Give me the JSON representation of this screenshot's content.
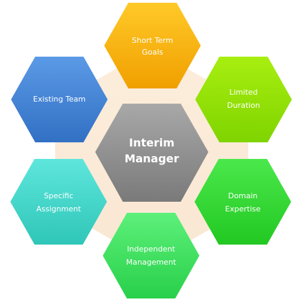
{
  "center": {
    "label_line1": "Interim",
    "label_line2": "Manager",
    "color": "#8c8c8c"
  },
  "petals": [
    {
      "label_line1": "Short Term",
      "label_line2": "Goals",
      "color": "#f2a900"
    },
    {
      "label_line1": "Limited",
      "label_line2": "Duration",
      "color": "#8ee000"
    },
    {
      "label_line1": "Domain",
      "label_line2": "Expertise",
      "color": "#2fd52f"
    },
    {
      "label_line1": "Independent",
      "label_line2": "Management",
      "color": "#39e05a"
    },
    {
      "label_line1": "Specific",
      "label_line2": "Assignment",
      "color": "#3fd4c6"
    },
    {
      "label_line1": "Existing Team",
      "label_line2": "",
      "color": "#3d7fd1"
    }
  ]
}
